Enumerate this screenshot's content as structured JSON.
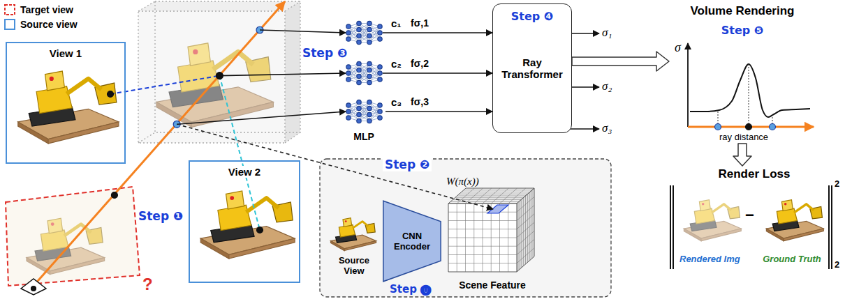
{
  "diagram": {
    "nodes": [
      {
        "text": [
          "View 1"
        ]
      },
      {
        "text": [
          "View 2"
        ]
      },
      {
        "text": [
          "MLP"
        ]
      },
      {
        "text": [
          "Step ❹",
          "Ray Transformer"
        ]
      },
      {
        "text": [
          "Source View"
        ]
      },
      {
        "text": [
          "CNN Encoder"
        ]
      },
      {
        "text": [
          "Scene Feature"
        ]
      },
      {
        "text": [
          "Volume Rendering",
          "Step ❺"
        ]
      },
      {
        "text": [
          "Render Loss"
        ]
      },
      {
        "text": [
          "Rendered Img"
        ],
        "in": 8
      },
      {
        "text": [
          "Ground Truth"
        ],
        "in": 8
      }
    ],
    "edges": [
      {
        "from": 2,
        "to": 3,
        "arrow": "to"
      },
      {
        "from": 3,
        "to": 7,
        "arrow": "to"
      },
      {
        "from": 7,
        "to": 8,
        "arrow": "to"
      }
    ],
    "labels": [
      "Step ❶",
      "c₁",
      "fσ,1",
      "c₂",
      "fσ,2",
      "c₃",
      "fσ,3",
      "Step ❸",
      "σ₁",
      "σ₂",
      "σ₃",
      "?",
      "Step ❷",
      "W(π(x))",
      "Step ⓿",
      "σ",
      "ray distance",
      "−",
      "2",
      "2"
    ],
    "legend": [
      {
        "text": "Target view"
      },
      {
        "text": "Source view"
      }
    ]
  }
}
